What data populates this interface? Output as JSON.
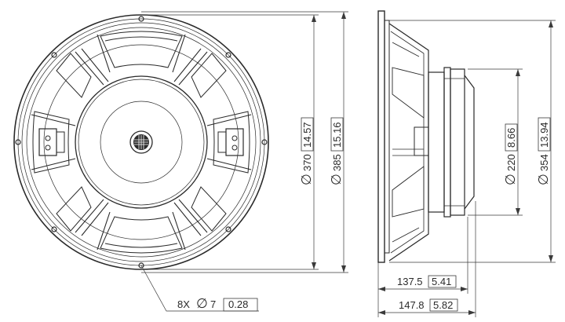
{
  "dimensions": {
    "d370": {
      "mm": "370",
      "inch": "14.57"
    },
    "d385": {
      "mm": "385",
      "inch": "15.16"
    },
    "d220": {
      "mm": "220",
      "inch": "8.66"
    },
    "d354": {
      "mm": "354",
      "inch": "13.94"
    },
    "depth1": {
      "mm": "137.5",
      "inch": "5.41"
    },
    "depth2": {
      "mm": "147.8",
      "inch": "5.82"
    },
    "holes": {
      "count": "8X",
      "mm": "7",
      "inch": "0.28"
    }
  },
  "symbols": {
    "diameter": "∅"
  },
  "colors": {
    "line": "#2a2a2a",
    "background": "#ffffff"
  }
}
